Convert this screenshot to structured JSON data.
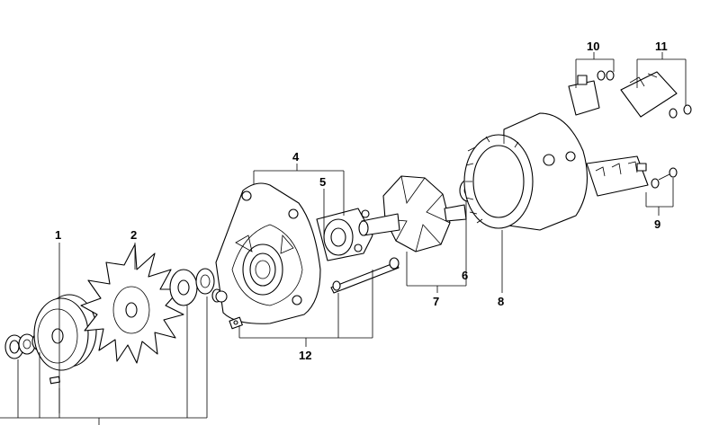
{
  "callouts": [
    {
      "id": "c1",
      "text": "1"
    },
    {
      "id": "c2",
      "text": "2"
    },
    {
      "id": "c4",
      "text": "4"
    },
    {
      "id": "c5",
      "text": "5"
    },
    {
      "id": "c6",
      "text": "6"
    },
    {
      "id": "c7",
      "text": "7"
    },
    {
      "id": "c8",
      "text": "8"
    },
    {
      "id": "c9",
      "text": "9"
    },
    {
      "id": "c10",
      "text": "10"
    },
    {
      "id": "c11",
      "text": "11"
    },
    {
      "id": "c12",
      "text": "12"
    }
  ]
}
